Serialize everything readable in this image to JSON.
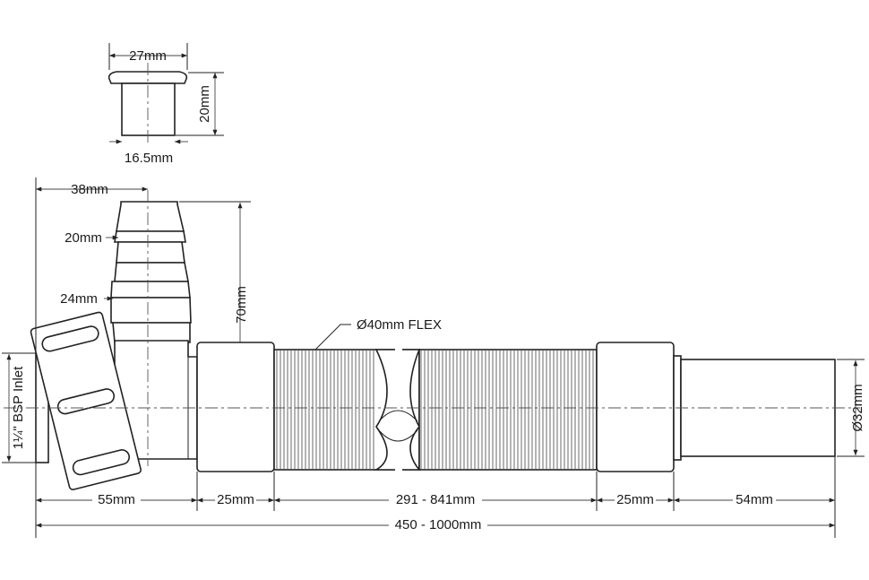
{
  "labels": {
    "plug_width": "27mm",
    "plug_height": "20mm",
    "plug_stem": "16.5mm",
    "spigot_offset": "38mm",
    "spigot_small_dia": "20mm",
    "spigot_large_dia": "24mm",
    "spigot_height": "70mm",
    "flex_hose": "Ø40mm FLEX",
    "inlet_thread": "1¼\" BSP Inlet",
    "outlet_dia": "Ø32mm",
    "body_length": "55mm",
    "left_collar": "25mm",
    "flex_length": "291 - 841mm",
    "right_collar": "25mm",
    "outlet_length": "54mm",
    "overall_length": "450 - 1000mm"
  }
}
